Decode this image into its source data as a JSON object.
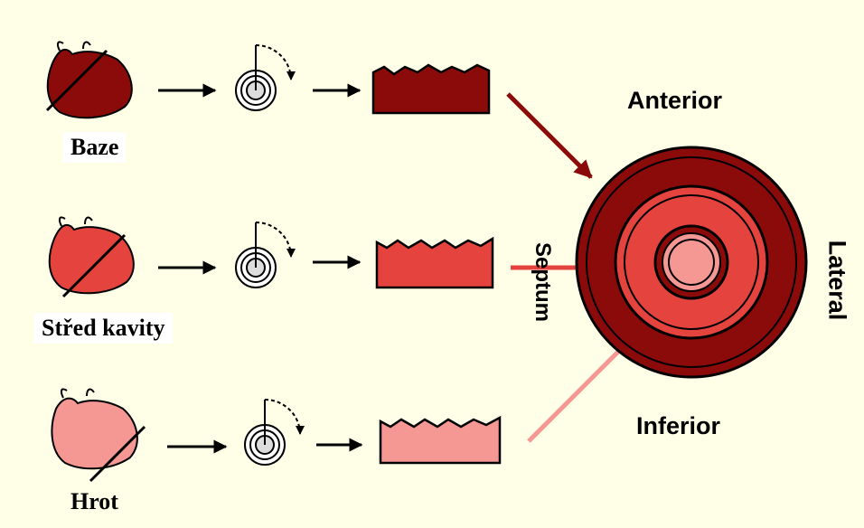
{
  "rows": [
    {
      "label": "Baze",
      "color": "#8b0a0a"
    },
    {
      "label": "Střed kavity",
      "color": "#e5433d"
    },
    {
      "label": "Hrot",
      "color": "#f59792"
    }
  ],
  "bullseye": {
    "labels": {
      "anterior": "Anterior",
      "inferior": "Inferior",
      "septum": "Septum",
      "lateral": "Lateral"
    },
    "colors": {
      "outer": "#8b0a0a",
      "middle": "#e5433d",
      "inner": "#f59792"
    }
  }
}
